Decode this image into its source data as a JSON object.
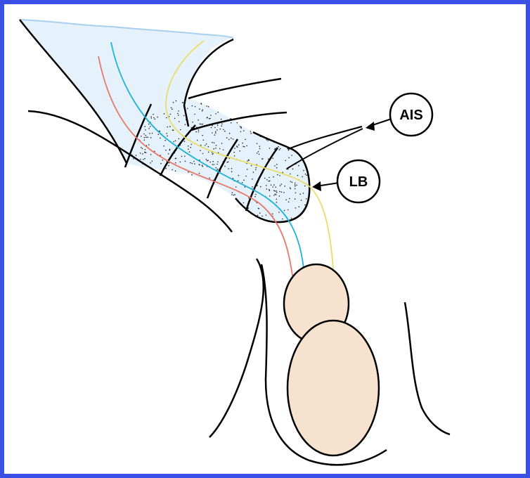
{
  "labels": {
    "ais": "AIS",
    "lb": "LB"
  },
  "colors": {
    "frame": "#3a4fe6",
    "canal_fill": "#e6f2fb",
    "canal_edge": "#a9cfee",
    "testis_fill": "#f6e2cf",
    "vessel_red": "#e8786a",
    "vessel_cyan": "#1eb3d6",
    "vessel_yellow": "#e9dc6a",
    "outline": "#000000"
  },
  "icons": {
    "ais_callout": "circle-callout",
    "lb_callout": "circle-callout"
  }
}
